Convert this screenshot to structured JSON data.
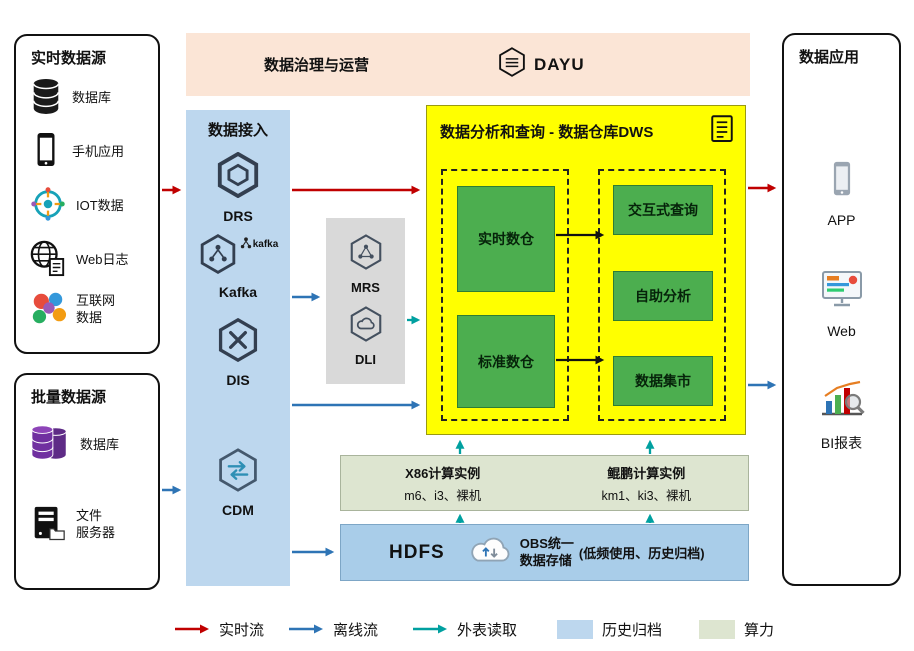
{
  "colors": {
    "realtime_flow": "#c00000",
    "offline_flow": "#2e74b5",
    "external_read": "#00a0a0",
    "history_archive_fill": "#bdd7ee",
    "compute_fill": "#dde5d0",
    "dws_fill": "#ffff00",
    "module_green": "#4cae4f",
    "ingestion_fill": "#bdd7ee",
    "governance_fill": "#fbe5d6",
    "processing_fill": "#d9d9d9"
  },
  "governance": {
    "title": "数据治理与运营",
    "logo_text": "DAYU"
  },
  "realtime_sources": {
    "title": "实时数据源",
    "items": [
      {
        "label": "数据库"
      },
      {
        "label": "手机应用"
      },
      {
        "label": "IOT数据"
      },
      {
        "label": "Web日志"
      },
      {
        "label": "互联网\n数据"
      }
    ]
  },
  "batch_sources": {
    "title": "批量数据源",
    "items": [
      {
        "label": "数据库"
      },
      {
        "label": "文件\n服务器"
      }
    ]
  },
  "ingestion": {
    "title": "数据接入",
    "services": [
      {
        "label": "DRS"
      },
      {
        "label": "Kafka",
        "badge": "kafka"
      },
      {
        "label": "DIS"
      },
      {
        "label": "CDM"
      }
    ]
  },
  "processing": {
    "services": [
      {
        "label": "MRS"
      },
      {
        "label": "DLI"
      }
    ]
  },
  "dws": {
    "title": "数据分析和查询 - 数据仓库DWS",
    "warehouse_modules": [
      {
        "label": "实时数仓"
      },
      {
        "label": "标准数仓"
      }
    ],
    "analysis_modules": [
      {
        "label": "交互式查询"
      },
      {
        "label": "自助分析"
      },
      {
        "label": "数据集市"
      }
    ]
  },
  "compute": {
    "x86": {
      "title": "X86计算实例",
      "subtitle": "m6、i3、裸机"
    },
    "kunpeng": {
      "title": "鲲鹏计算实例",
      "subtitle": "km1、ki3、裸机"
    }
  },
  "storage": {
    "hdfs_label": "HDFS",
    "obs_label": "OBS统一\n数据存储",
    "note": "(低频使用、历史归档)"
  },
  "applications": {
    "title": "数据应用",
    "items": [
      {
        "label": "APP"
      },
      {
        "label": "Web"
      },
      {
        "label": "BI报表"
      }
    ]
  },
  "legend": {
    "items": [
      {
        "label": "实时流",
        "type": "arrow",
        "color": "#c00000"
      },
      {
        "label": "离线流",
        "type": "arrow",
        "color": "#2e74b5"
      },
      {
        "label": "外表读取",
        "type": "arrow",
        "color": "#00a0a0"
      },
      {
        "label": "历史归档",
        "type": "swatch",
        "color": "#bdd7ee"
      },
      {
        "label": "算力",
        "type": "swatch",
        "color": "#dde5d0"
      }
    ]
  }
}
